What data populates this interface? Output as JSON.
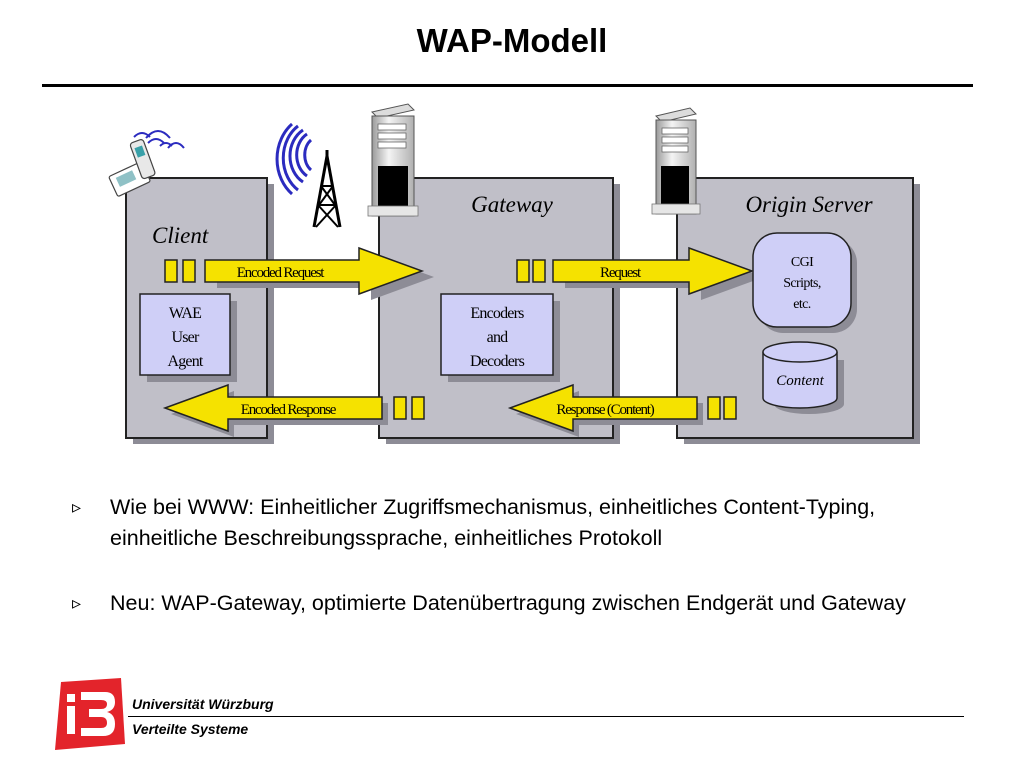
{
  "title": "WAP-Modell",
  "diagram": {
    "panels": {
      "client": "Client",
      "gateway": "Gateway",
      "origin": "Origin Server"
    },
    "boxes": {
      "wae": [
        "WAE",
        "User",
        "Agent"
      ],
      "encoders": [
        "Encoders",
        "and",
        "Decoders"
      ],
      "cgi": [
        "CGI",
        "Scripts,",
        "etc."
      ],
      "content": "Content"
    },
    "arrows": {
      "encoded_request": "Encoded Request",
      "request": "Request",
      "encoded_response": "Encoded Response",
      "response": "Response (Content)"
    },
    "colors": {
      "panel": "#c0bfc8",
      "panel_shadow": "#8d8c96",
      "arrow": "#f5e200",
      "box": "#cfcff7",
      "antenna": "#2b2bbf"
    }
  },
  "bullets": [
    {
      "marker": "▹",
      "text": "Wie bei WWW: Einheitlicher Zugriffsmechanismus, einheitliches Content-Typing, einheitliche Beschreibungssprache, einheitliches Protokoll"
    },
    {
      "marker": "▹",
      "text": "Neu: WAP-Gateway, optimierte Datenübertragung zwischen Endgerät und Gateway"
    }
  ],
  "footer": {
    "university": "Universität  Würzburg",
    "department": "Verteilte Systeme"
  }
}
